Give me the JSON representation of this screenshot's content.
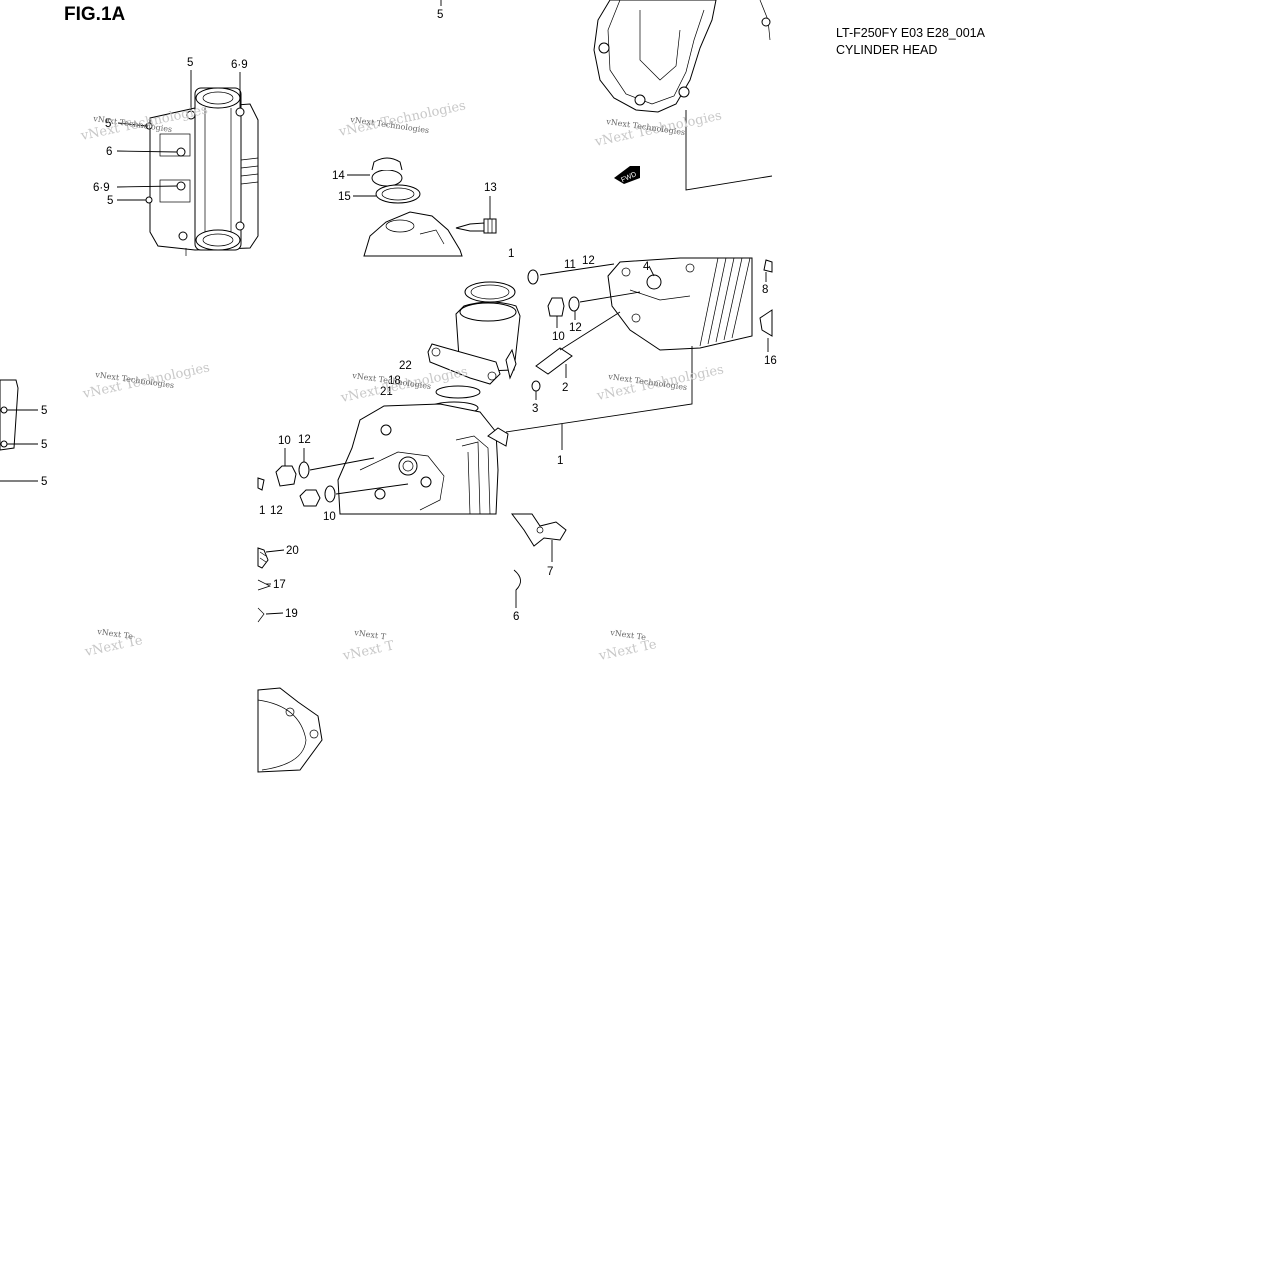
{
  "figure": {
    "label": "FIG.1A"
  },
  "model": {
    "code": "LT-F250FY E03 E28_001A",
    "section": "CYLINDER HEAD"
  },
  "watermark": {
    "line1": "vNext Technologies",
    "short1": "vNext Te",
    "short2": "vNext T",
    "short3": "vNext Te"
  },
  "fwd_label": "FWD",
  "callouts": {
    "top5": "5",
    "a5": "5",
    "a69": "6·9",
    "a6": "6",
    "a69b": "6·9",
    "a5b": "5",
    "c14": "14",
    "c15": "15",
    "c13": "13",
    "c1a": "1",
    "c11": "11",
    "c12a": "12",
    "c4": "4",
    "c8": "8",
    "c10a": "10",
    "c12b": "12",
    "c16": "16",
    "c22": "22",
    "c18": "18",
    "c21": "21",
    "c2": "2",
    "c3": "3",
    "c1": "1",
    "l5a": "5",
    "l5b": "5",
    "l5c": "5",
    "c10b": "10",
    "c12c": "12",
    "c1b": "1",
    "c12d": "12",
    "c10c": "10",
    "c20": "20",
    "c17": "17",
    "c19": "19",
    "c7": "7",
    "c6": "6"
  }
}
